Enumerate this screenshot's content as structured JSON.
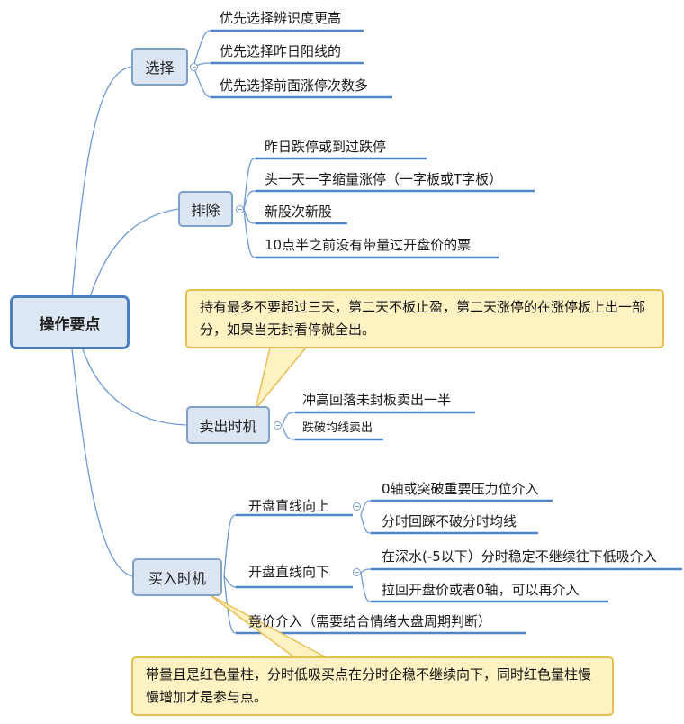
{
  "root": {
    "label": "操作要点"
  },
  "branches": {
    "select": {
      "label": "选择",
      "items": [
        "优先选择辨识度更高",
        "优先选择昨日阳线的",
        "优先选择前面涨停次数多"
      ]
    },
    "exclude": {
      "label": "排除",
      "items": [
        "昨日跌停或到过跌停",
        "头一天一字缩量涨停（一字板或T字板）",
        "新股次新股",
        "10点半之前没有带量过开盘价的票"
      ]
    },
    "sell": {
      "label": "卖出时机",
      "items": [
        "冲高回落未封板卖出一半",
        "跌破均线卖出"
      ],
      "note": "持有最多不要超过三天，第二天不板止盈，第二天涨停的在涨停板上出一部分，如果当无封看停就全出。"
    },
    "buy": {
      "label": "买入时机",
      "sub_up": {
        "label": "开盘直线向上",
        "items": [
          "0轴或突破重要压力位介入",
          "分时回踩不破分时均线"
        ]
      },
      "sub_down": {
        "label": "开盘直线向下",
        "items": [
          "在深水(-5以下）分时稳定不继续往下低吸介入",
          "拉回开盘价或者0轴，可以再介入"
        ]
      },
      "bid": "竟价介入（需要结合情绪大盘周期判断）",
      "note": "带量且是红色量柱，分时低吸买点在分时企稳不继续向下，同时红色量柱慢慢增加才是参与点。"
    }
  },
  "colors": {
    "line": "#5b8fd0",
    "node_fill": "#dce6f2",
    "callout_fill": "#fff2c2",
    "callout_border": "#e6bf55"
  }
}
